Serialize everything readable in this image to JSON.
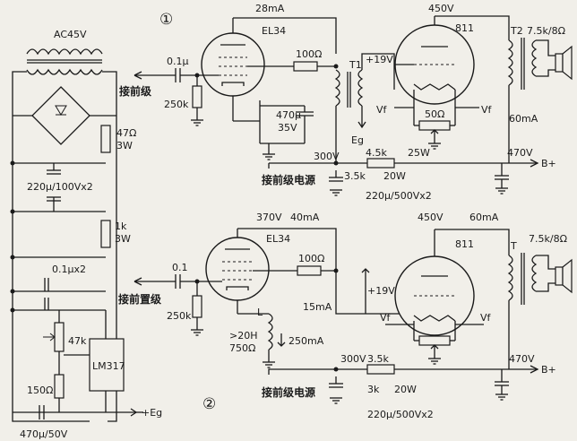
{
  "circuit1": {
    "number": "①",
    "ac_source": "AC45V",
    "r_47": "47Ω",
    "r_47_w": "3W",
    "cap_220x2": "220μ/100Vx2",
    "r_1k": "1k",
    "r_1k_w": "3W",
    "cap_01x2": "0.1μx2",
    "pot_47k": "47k",
    "ic": "LM317",
    "r_150": "150Ω",
    "cap_470": "470μ/50V",
    "eg_out": "+Eg",
    "cathode_current": "28mA",
    "driver_tube": "EL34",
    "coupling_cap": "0.1μ",
    "to_preamp": "接前级",
    "grid_res": "250k",
    "grid_stopper": "100Ω",
    "cathode_cap": "470μ",
    "cathode_cap_v": "35V",
    "plus19": "+19V",
    "t1": "T1",
    "eg": "Eg",
    "to_preamp_power": "接前级电源",
    "b300": "300V",
    "r45k": "4.5k",
    "r45k_w": "25W",
    "r35k": "3.5k",
    "r35k_w": "20W",
    "cap_filter": "220μ/500Vx2",
    "output_tube": "811",
    "plate_v": "450V",
    "hum_pot": "50Ω",
    "vf_l": "Vf",
    "vf_r": "Vf",
    "current60": "60mA",
    "b470": "470V",
    "bplus": "B+",
    "t2": "T2",
    "spk": "7.5k/8Ω"
  },
  "circuit2": {
    "number": "②",
    "b370": "370V",
    "current40": "40mA",
    "driver_tube": "EL34",
    "coupling_cap": "0.1",
    "to_pre_stage": "接前置级",
    "grid_res": "250k",
    "grid_stopper": "100Ω",
    "plus19": "+19V",
    "current15": "15mA",
    "choke": "L",
    "choke_l": ">20H",
    "choke_r": "750Ω",
    "current250": "250mA",
    "to_preamp_power": "接前级电源",
    "b300": "300V",
    "r35k": "3.5k",
    "r3k": "3k",
    "r_w": "20W",
    "cap_filter": "220μ/500Vx2",
    "output_tube": "811",
    "plate_v": "450V",
    "current60": "60mA",
    "vf_l": "Vf",
    "vf_r": "Vf",
    "b470": "470V",
    "bplus": "B+",
    "t": "T",
    "spk": "7.5k/8Ω"
  }
}
